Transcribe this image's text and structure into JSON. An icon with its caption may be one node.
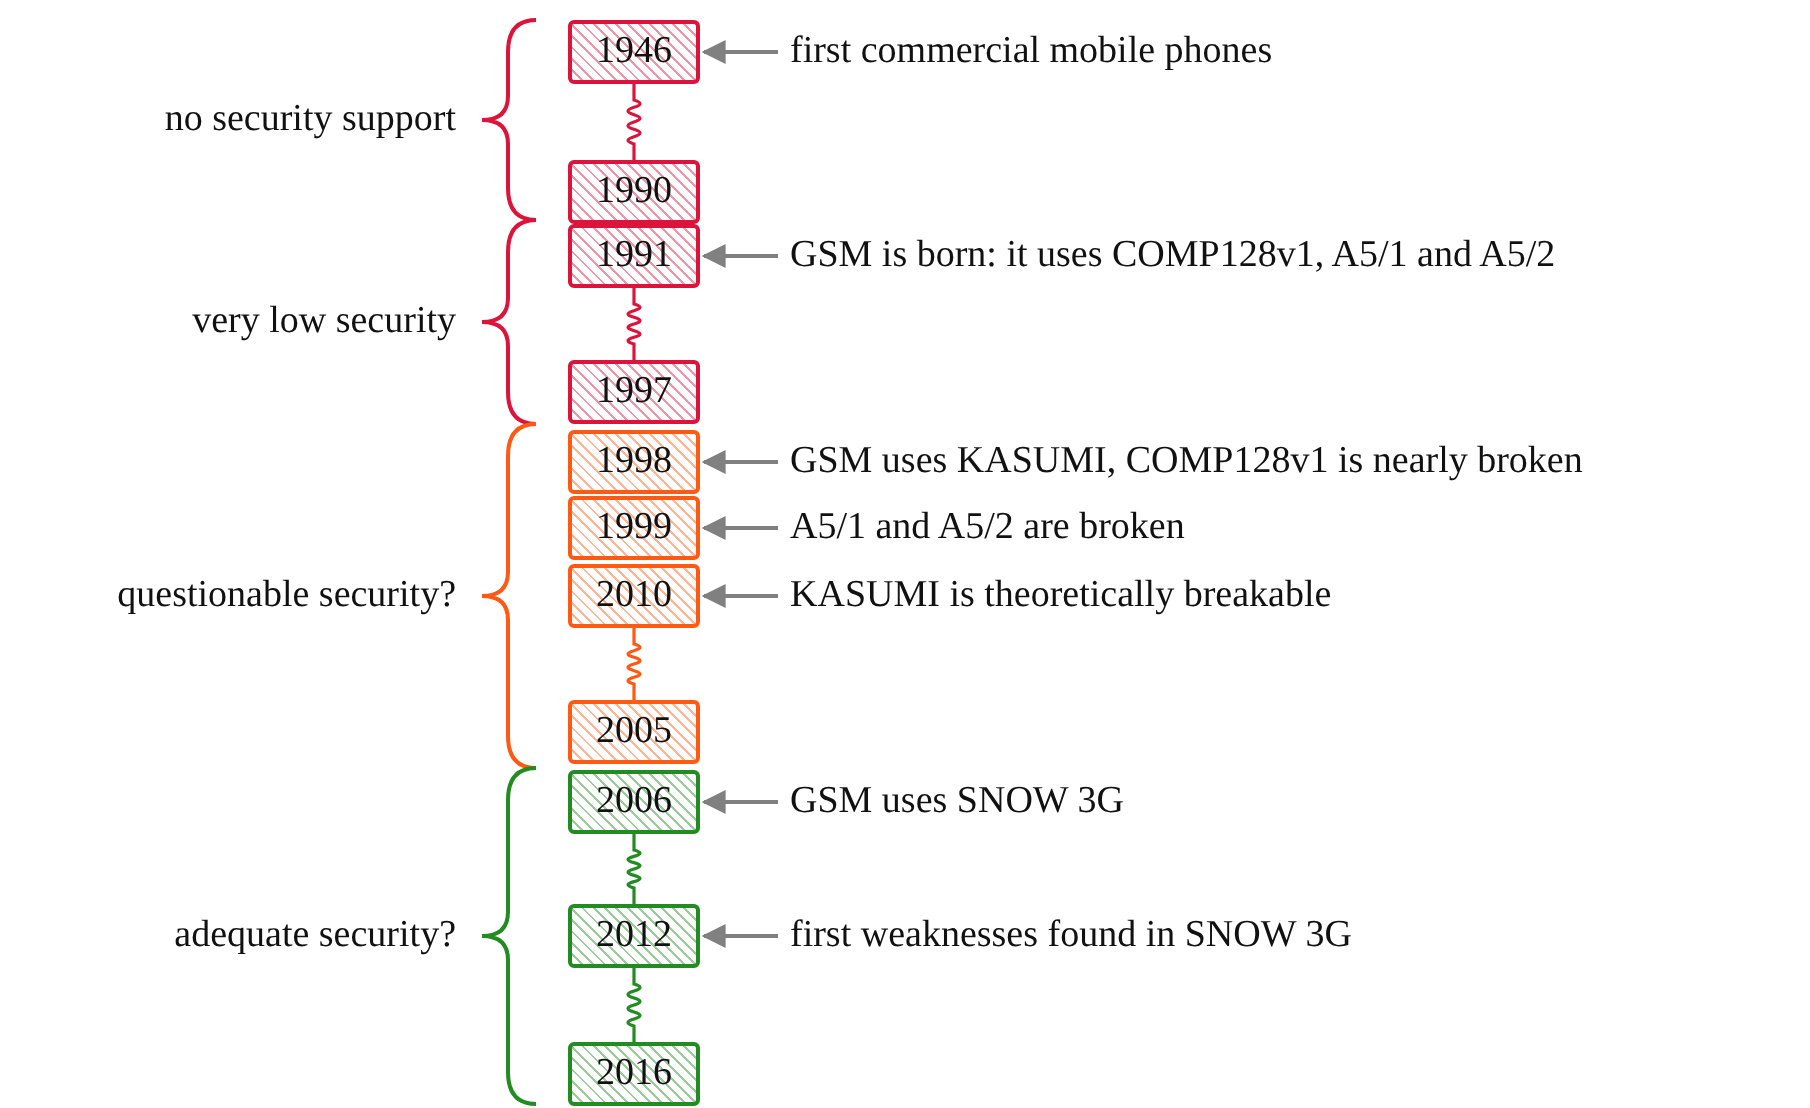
{
  "diagram": {
    "nodes": [
      {
        "text": [
          "1946"
        ]
      },
      {
        "text": [
          "first commercial mobile phones"
        ]
      },
      {
        "text": [
          "1990"
        ]
      },
      {
        "text": [
          "1991"
        ]
      },
      {
        "text": [
          "GSM is born: it uses COMP128v1, A5/1 and A5/2"
        ]
      },
      {
        "text": [
          "1997"
        ]
      },
      {
        "text": [
          "1998"
        ]
      },
      {
        "text": [
          "GSM uses KASUMI, COMP128v1 is nearly broken"
        ]
      },
      {
        "text": [
          "1999"
        ]
      },
      {
        "text": [
          "A5/1 and A5/2 are broken"
        ]
      },
      {
        "text": [
          "2010"
        ]
      },
      {
        "text": [
          "KASUMI is theoretically breakable"
        ]
      },
      {
        "text": [
          "2005"
        ]
      },
      {
        "text": [
          "2006"
        ]
      },
      {
        "text": [
          "GSM uses SNOW 3G"
        ]
      },
      {
        "text": [
          "2012"
        ]
      },
      {
        "text": [
          "first weaknesses found in SNOW 3G"
        ]
      },
      {
        "text": [
          "2016"
        ]
      }
    ],
    "edges": [
      {
        "from": 1,
        "to": 0,
        "arrow": "to"
      },
      {
        "from": 0,
        "to": 2,
        "arrow": "none",
        "color": "#dc143c"
      },
      {
        "from": 4,
        "to": 3,
        "arrow": "to"
      },
      {
        "from": 3,
        "to": 5,
        "arrow": "none",
        "color": "#dc143c"
      },
      {
        "from": 7,
        "to": 6,
        "arrow": "to"
      },
      {
        "from": 9,
        "to": 8,
        "arrow": "to"
      },
      {
        "from": 11,
        "to": 10,
        "arrow": "to"
      },
      {
        "from": 10,
        "to": 12,
        "arrow": "none",
        "color": "#ff5a14"
      },
      {
        "from": 14,
        "to": 13,
        "arrow": "to"
      },
      {
        "from": 13,
        "to": 15,
        "arrow": "none",
        "color": "#228b22"
      },
      {
        "from": 16,
        "to": 15,
        "arrow": "to"
      },
      {
        "from": 15,
        "to": 17,
        "arrow": "none",
        "color": "#228b22"
      }
    ],
    "labels": [
      "no security support",
      "very low security",
      "questionable security?",
      "adequate security?"
    ]
  }
}
